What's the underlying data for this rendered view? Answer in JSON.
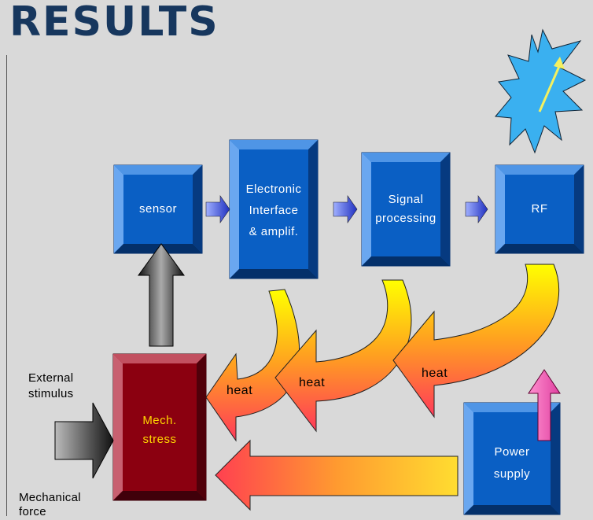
{
  "title": "RESULTS",
  "blocks": {
    "sensor": "sensor",
    "interface_l1": "Electronic",
    "interface_l2": "Interface",
    "interface_l3": "& amplif.",
    "signal_l1": "Signal",
    "signal_l2": "processing",
    "rf": "RF",
    "mech_l1": "Mech.",
    "mech_l2": "stress",
    "power_l1": "Power",
    "power_l2": "supply"
  },
  "heat_labels": [
    "heat",
    "heat",
    "heat"
  ],
  "external_l1": "External",
  "external_l2": "stimulus",
  "mechanical_l1": "Mechanical",
  "mechanical_l2": "force",
  "colors": {
    "block_blue": "#0a5fc4",
    "block_red": "#8b0010",
    "heat_top": "#ffff00",
    "heat_bottom": "#ff3a50",
    "background": "#d9d9d9",
    "title": "#17375e"
  },
  "icons": [
    "rf-burst-icon"
  ]
}
